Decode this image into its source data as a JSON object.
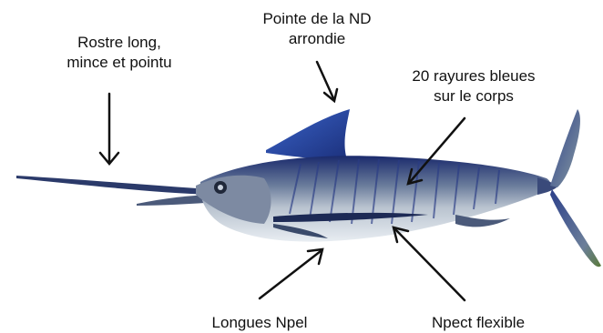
{
  "labels": {
    "rostre": [
      "Rostre long,",
      "mince et pointu"
    ],
    "nageoire_dorsale": [
      "Pointe de la ND",
      "arrondie"
    ],
    "rayures": [
      "20 rayures bleues",
      "sur le corps"
    ],
    "npel": [
      "Longues Npel"
    ],
    "npect": [
      "Npect flexible"
    ]
  },
  "colors": {
    "text": "#111111",
    "arrow": "#111111",
    "back": "#1c2f7a",
    "fin": "#2a4fb0",
    "belly": "#dfe6ee",
    "tail_tip": "#5a7a3a"
  }
}
